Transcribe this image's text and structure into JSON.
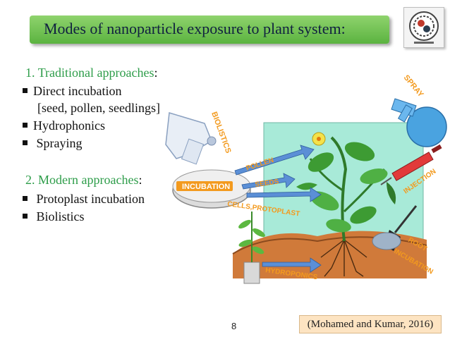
{
  "slide": {
    "title": "Modes of nanoparticle exposure to plant system:",
    "page_number": "8",
    "citation": "(Mohamed and Kumar, 2016)"
  },
  "traditional": {
    "number": "1.",
    "heading": "Traditional approaches",
    "colon": ":",
    "items": [
      "Direct incubation",
      "[seed, pollen, seedlings]",
      "Hydrophonics",
      "Spraying"
    ]
  },
  "modern": {
    "number": "2.",
    "heading": "Modern approaches",
    "colon": ":",
    "items": [
      "Protoplast incubation",
      "Biolistics"
    ]
  },
  "diagram": {
    "labels": {
      "biolistics": "BIOLISTICS",
      "incubation": "INCUBATION",
      "pollen": "POLLEN",
      "seeds": "SEEDS",
      "cells": "CELLS,PROTOPLAST",
      "spray": "SPRAY",
      "injection": "INJECTION",
      "root": "ROOT",
      "root2": "INCUBATION",
      "hydroponics": "HYDROPONICS"
    }
  },
  "colors": {
    "title_bar": "#6cc04a",
    "heading_green": "#2e9d4a",
    "arrow_blue": "#5b8fd6",
    "label_orange": "#f39a1e",
    "citation_bg": "#fde4c2",
    "scene_cyan": "#a8ead8",
    "soil_brown": "#d07a3a"
  },
  "icons": [
    "logo-emblem",
    "biolistic-gun-icon",
    "petri-dish-icon",
    "spray-bottle-icon",
    "syringe-icon",
    "shovel-icon",
    "plant-icon",
    "seedling-jar-icon"
  ]
}
